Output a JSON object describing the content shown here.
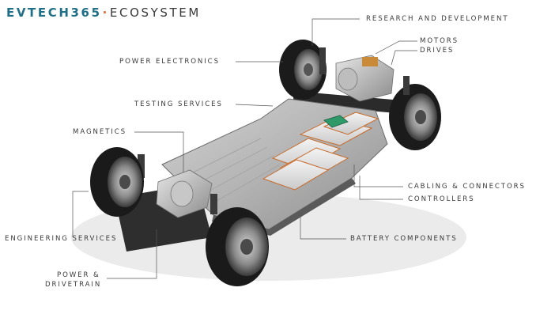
{
  "logo": {
    "part1": "EVTECH365",
    "separator": "·",
    "part2": "ECOSYSTEM",
    "color_primary": "#1f6f86",
    "color_accent": "#e06a3a"
  },
  "labels": {
    "research": "RESEARCH AND DEVELOPMENT",
    "motors": "MOTORS",
    "drives": "DRIVES",
    "power_electronics": "POWER ELECTRONICS",
    "testing": "TESTING SERVICES",
    "magnetics": "MAGNETICS",
    "cabling": "CABLING & CONNECTORS",
    "controllers": "CONTROLLERS",
    "engineering": "ENGINEERING SERVICES",
    "battery": "BATTERY COMPONENTS",
    "power_drivetrain_line1": "POWER &",
    "power_drivetrain_line2": "DRIVETRAIN"
  }
}
